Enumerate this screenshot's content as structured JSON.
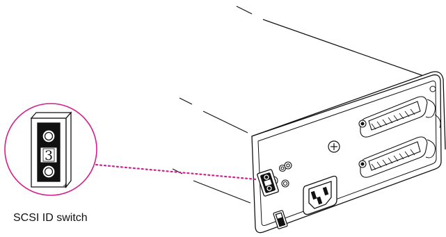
{
  "diagram": {
    "callout_label": "SCSI ID switch",
    "switch_id_value": "3",
    "switch_minus_sign": "–",
    "switch_plus_sign": "+",
    "colors": {
      "callout": "#d21f8c",
      "outline": "#111111",
      "fill": "#ffffff"
    },
    "icons": [
      "zoom-callout-circle",
      "scsi-id-switch",
      "power-switch",
      "power-socket",
      "scsi-port",
      "ground-screw",
      "termination-jack"
    ]
  }
}
